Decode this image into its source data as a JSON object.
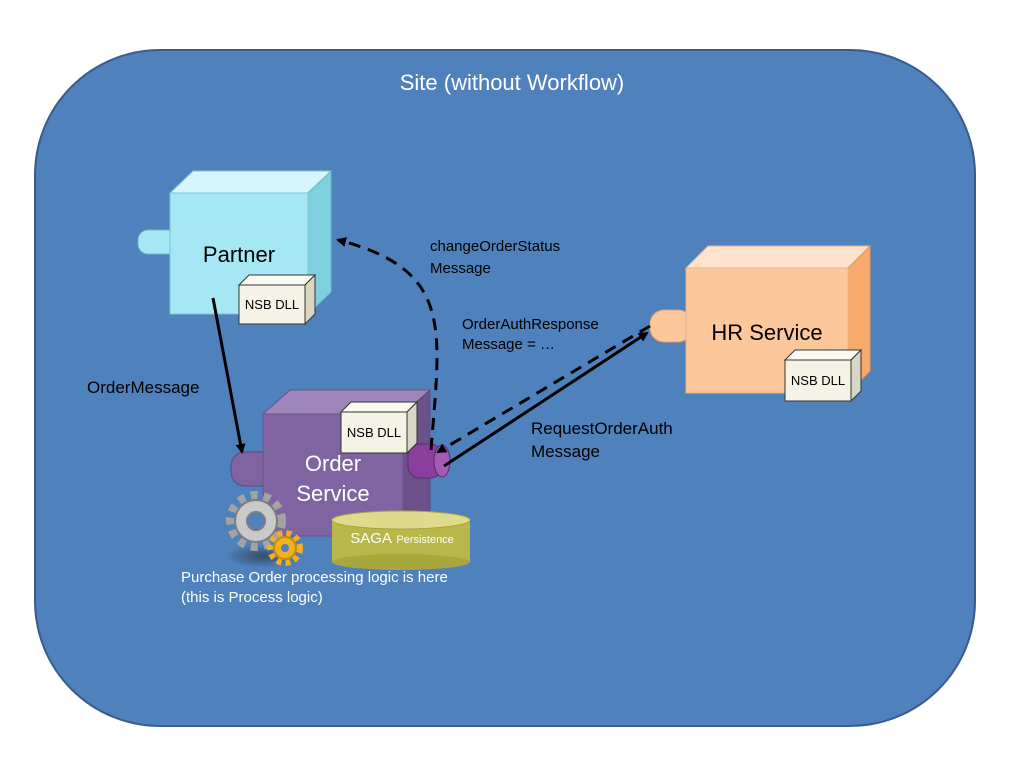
{
  "title": "Site (without Workflow)",
  "colors": {
    "site_fill": "#4f81bd",
    "site_stroke": "#385d8a",
    "partner_front": "#a5e8f3",
    "hr_front": "#fcc89b",
    "order_front": "#8064a2",
    "saga_fill": "#b9b64a"
  },
  "nodes": {
    "partner": {
      "label": "Partner",
      "dll": "NSB DLL"
    },
    "order_service": {
      "label_line1": "Order",
      "label_line2": "Service",
      "dll": "NSB DLL"
    },
    "hr_service": {
      "label": "HR Service",
      "dll": "NSB DLL"
    },
    "saga": {
      "label_main": "SAGA",
      "label_sub": "Persistence"
    }
  },
  "edges": {
    "order_message": "OrderMessage",
    "change_status_line1": "changeOrderStatus",
    "change_status_line2": "Message",
    "auth_response_line1": "OrderAuthResponse",
    "auth_response_line2": "Message = …",
    "request_auth_line1": "RequestOrderAuth",
    "request_auth_line2": "Message"
  },
  "note": {
    "line1": "Purchase Order processing logic is here",
    "line2": "(this is Process logic)"
  },
  "icons": [
    "gears-icon"
  ]
}
